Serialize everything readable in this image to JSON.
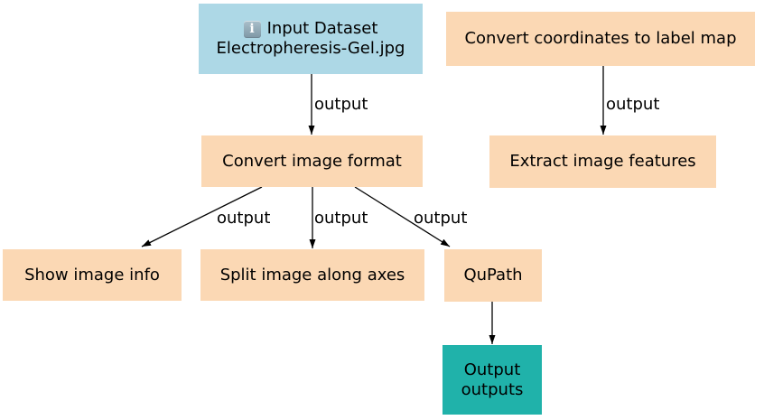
{
  "diagram_type": "workflow-graph",
  "colors": {
    "background": "#ffffff",
    "input_node_fill": "#add8e6",
    "tool_node_fill": "#fbd8b4",
    "output_node_fill": "#20b2aa",
    "edge_color": "#000000",
    "text_color": "#000000"
  },
  "nodes": {
    "input_dataset": {
      "icon": "info-icon",
      "icon_glyph": "i",
      "title": "Input Dataset",
      "subtitle": "Electropheresis-Gel.jpg"
    },
    "convert_coordinates": {
      "label": "Convert coordinates to label map"
    },
    "convert_image_format": {
      "label": "Convert image format"
    },
    "extract_image_features": {
      "label": "Extract image features"
    },
    "show_image_info": {
      "label": "Show image info"
    },
    "split_image_along_axes": {
      "label": "Split image along axes"
    },
    "qupath": {
      "label": "QuPath"
    },
    "output": {
      "title": "Output",
      "subtitle": "outputs"
    }
  },
  "edges": [
    {
      "from": "input_dataset",
      "to": "convert_image_format",
      "label": "output"
    },
    {
      "from": "convert_coordinates",
      "to": "extract_image_features",
      "label": "output"
    },
    {
      "from": "convert_image_format",
      "to": "show_image_info",
      "label": "output"
    },
    {
      "from": "convert_image_format",
      "to": "split_image_along_axes",
      "label": "output"
    },
    {
      "from": "convert_image_format",
      "to": "qupath",
      "label": "output"
    },
    {
      "from": "qupath",
      "to": "output",
      "label": ""
    }
  ]
}
